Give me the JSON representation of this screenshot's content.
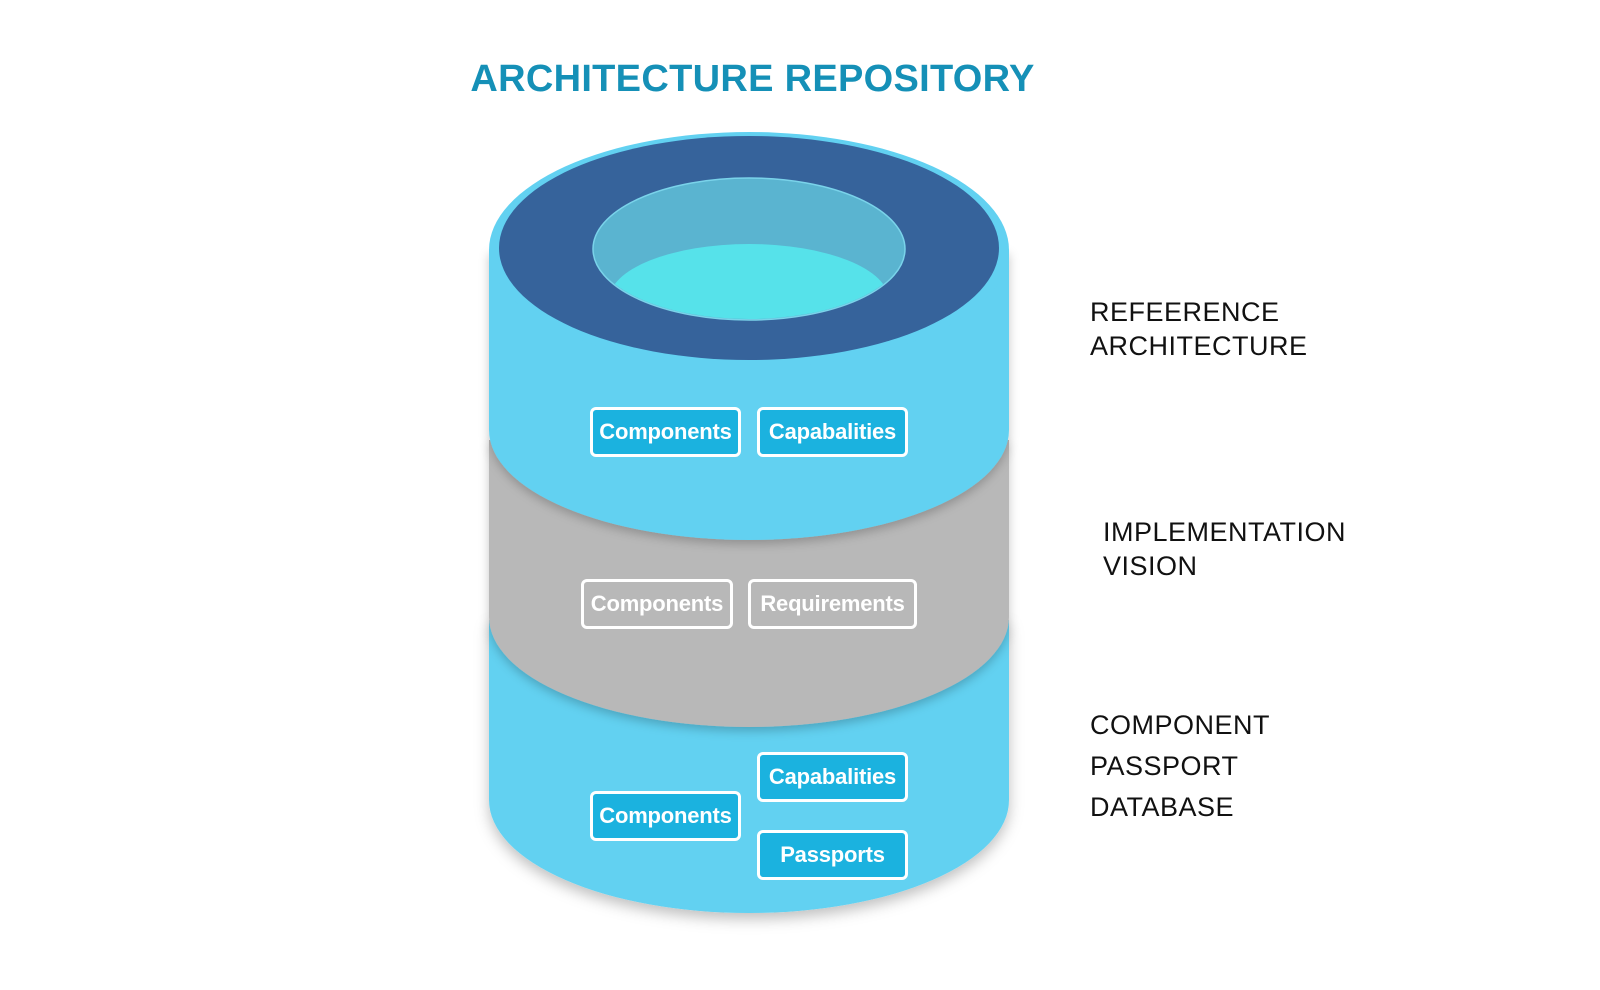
{
  "title": "ARCHITECTURE REPOSITORY",
  "colors": {
    "title": "#1590b7",
    "layer_blue": "#62d1f1",
    "layer_gray": "#b8b8b8",
    "ring_dark": "#36639b",
    "inner_wall": "#5ab4d0",
    "inner_floor": "#56e2ea",
    "tag_blue": "#1bb2df",
    "label_text": "#111111"
  },
  "layers": [
    {
      "name": "reference-architecture",
      "label_lines": [
        "REFEERENCE",
        "ARCHITECTURE"
      ],
      "tags": [
        "Components",
        "Capabalities"
      ]
    },
    {
      "name": "implementation-vision",
      "label_lines": [
        "IMPLEMENTATION",
        "VISION"
      ],
      "tags": [
        "Components",
        "Requirements"
      ]
    },
    {
      "name": "component-passport-database",
      "label_lines": [
        "COMPONENT",
        "PASSPORT",
        "DATABASE"
      ],
      "tags": [
        "Components",
        "Capabalities",
        "Passports"
      ]
    }
  ]
}
